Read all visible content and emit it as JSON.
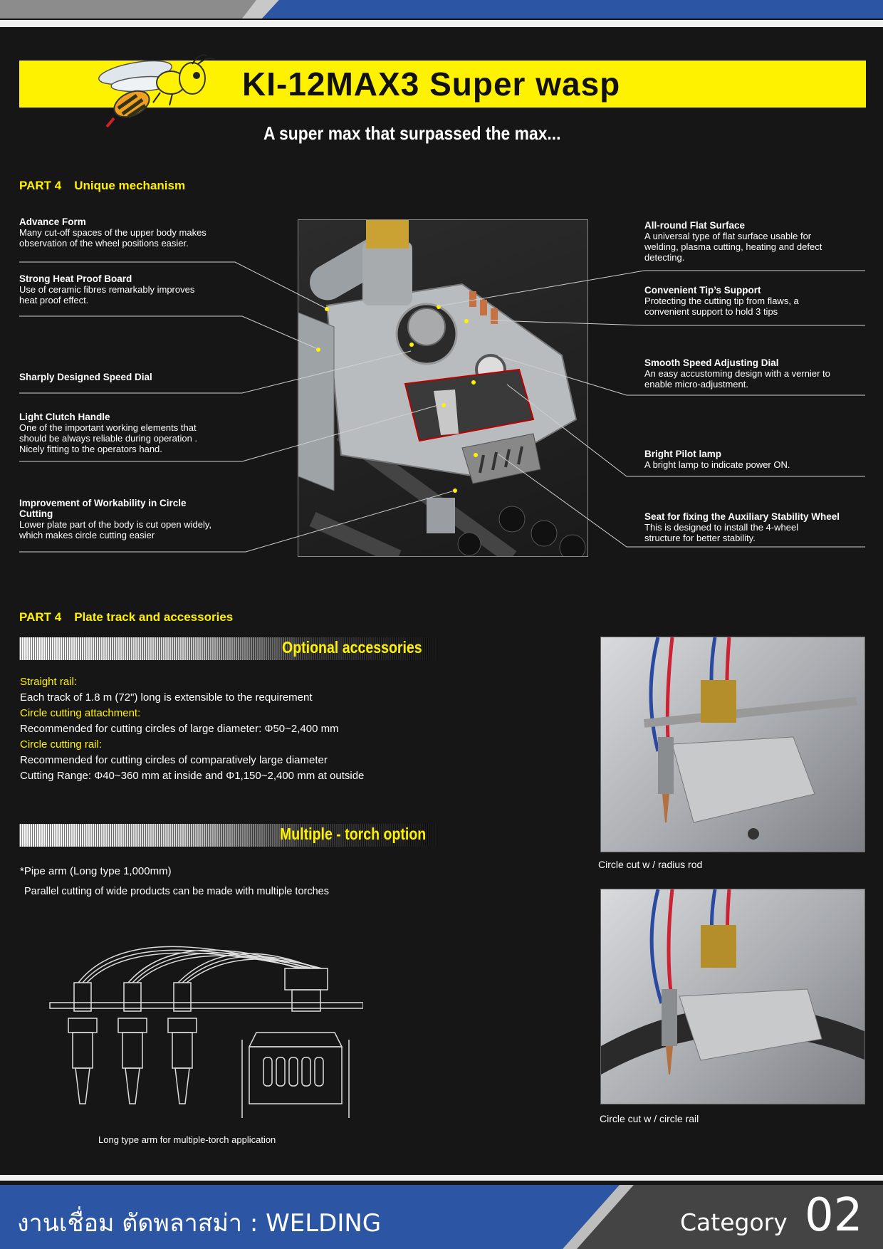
{
  "header": {
    "title": "KI-12MAX3  Super  wasp",
    "subtitle": "A super max that surpassed the max..."
  },
  "part1": {
    "label": "PART 4",
    "heading": "Unique mechanism",
    "callouts_left": [
      {
        "title": "Advance Form",
        "lines": [
          "Many cut-off spaces of the upper body makes",
          "observation of the wheel positions easier."
        ]
      },
      {
        "title": "Strong Heat Proof Board",
        "lines": [
          "Use of ceramic fibres remarkably improves",
          "heat proof effect."
        ]
      },
      {
        "title": "Sharply Designed Speed Dial",
        "lines": []
      },
      {
        "title": "Light Clutch Handle",
        "lines": [
          "One of the important working elements that",
          "should be always reliable during operation .",
          "Nicely fitting to the operators hand."
        ]
      },
      {
        "title": "Improvement of Workability in Circle Cutting",
        "lines": [
          "Lower plate part of the body is cut open widely,",
          "which makes circle cutting easier"
        ]
      }
    ],
    "callouts_right": [
      {
        "title": "All-round Flat Surface",
        "lines": [
          "A universal type of flat surface usable for",
          "welding, plasma cutting, heating and defect",
          "detecting."
        ]
      },
      {
        "title": "Convenient Tip’s Support",
        "lines": [
          "Protecting the cutting tip from flaws, a",
          "convenient support to hold 3 tips"
        ]
      },
      {
        "title": "Smooth Speed Adjusting Dial",
        "lines": [
          "An easy accustoming design with a vernier to",
          "enable micro-adjustment."
        ]
      },
      {
        "title": "Bright Pilot lamp",
        "lines": [
          "A bright lamp to indicate power ON."
        ]
      },
      {
        "title": "Seat for fixing the Auxiliary Stability Wheel",
        "lines": [
          "This is designed to install the 4-wheel",
          "structure for better stability."
        ]
      }
    ]
  },
  "part2": {
    "label": "PART 4",
    "heading": "Plate track and accessories",
    "optional_title": "Optional accessories",
    "optional_lines": [
      {
        "text": "Straight rail:",
        "highlight": true
      },
      {
        "text": "Each track of 1.8 m (72\") long is extensible to the requirement",
        "highlight": false
      },
      {
        "text": "Circle cutting attachment:",
        "highlight": true
      },
      {
        "text": "Recommended for cutting circles of large diameter:  Φ50~2,400 mm",
        "highlight": false
      },
      {
        "text": "Circle cutting rail:",
        "highlight": true
      },
      {
        "text": "Recommended for cutting circles of comparatively large diameter",
        "highlight": false
      },
      {
        "text": "Cutting Range:  Φ40~360 mm at inside  and  Φ1,150~2,400 mm at outside",
        "highlight": false
      }
    ],
    "multi_title": "Multiple - torch option",
    "multi_line1": "*Pipe arm (Long type 1,000mm)",
    "multi_line2": "Parallel cutting of wide products can be made with multiple torches",
    "diagram_caption": "Long type arm for multiple-torch application",
    "photo1_caption": "Circle cut w / radius rod",
    "photo2_caption": "Circle cut w / circle rail"
  },
  "footer": {
    "text": "งานเชื่อม ตัดพลาสม่า : WELDING",
    "category_label": "Category",
    "category_number": "02"
  },
  "colors": {
    "accent_yellow": "#fff200",
    "brand_blue": "#2c56a4",
    "background": "#161616"
  }
}
